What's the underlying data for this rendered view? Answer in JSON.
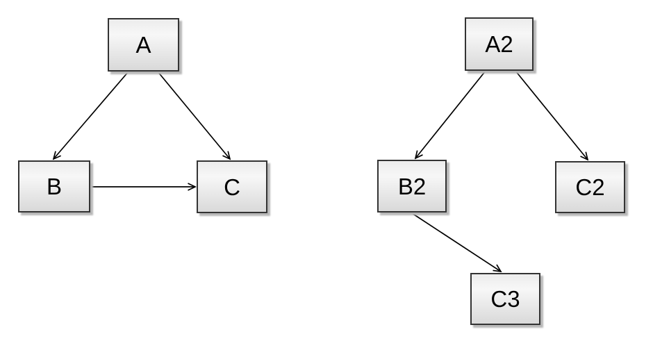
{
  "diagram": {
    "type": "directed-graph",
    "background_color": "#ffffff",
    "node_style": {
      "fill_top": "#ececec",
      "fill_middle": "#f7f7f7",
      "fill_bottom": "#d9d9d9",
      "border_color": "#333333",
      "shadow_color": "#b8b8b8",
      "text_color": "#000000"
    },
    "edge_style": {
      "line_color": "#000000",
      "arrowhead": "open-vee"
    },
    "nodes": [
      {
        "id": "A",
        "label": "A"
      },
      {
        "id": "B",
        "label": "B"
      },
      {
        "id": "C",
        "label": "C"
      },
      {
        "id": "A2",
        "label": "A2"
      },
      {
        "id": "B2",
        "label": "B2"
      },
      {
        "id": "C2",
        "label": "C2"
      },
      {
        "id": "C3",
        "label": "C3"
      }
    ],
    "edges": [
      {
        "from": "A",
        "to": "B"
      },
      {
        "from": "A",
        "to": "C"
      },
      {
        "from": "B",
        "to": "C"
      },
      {
        "from": "A2",
        "to": "B2"
      },
      {
        "from": "A2",
        "to": "C2"
      },
      {
        "from": "B2",
        "to": "C3"
      }
    ]
  }
}
